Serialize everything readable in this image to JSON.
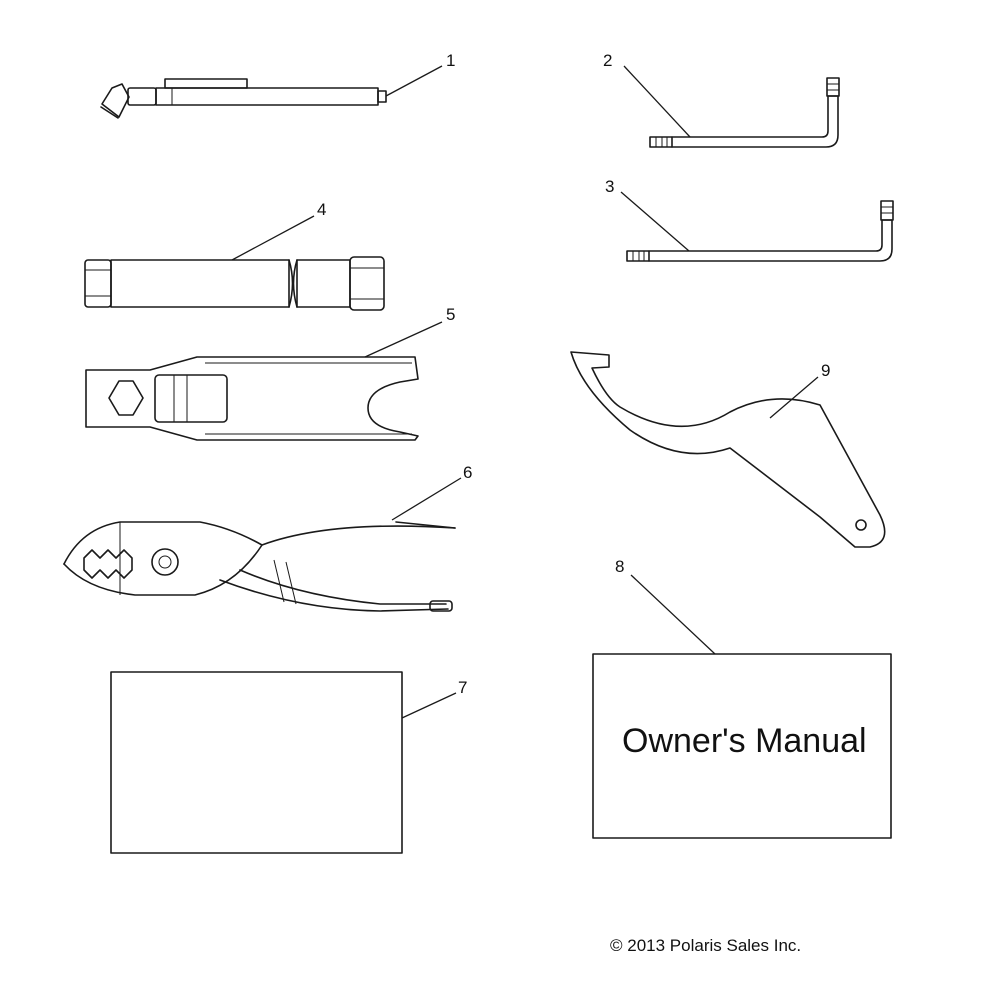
{
  "callouts": {
    "c1": "1",
    "c2": "2",
    "c3": "3",
    "c4": "4",
    "c5": "5",
    "c6": "6",
    "c7": "7",
    "c8": "8",
    "c9": "9"
  },
  "manual": {
    "title": "Owner's Manual"
  },
  "footer": {
    "copyright": "© 2013 Polaris Sales Inc."
  },
  "colors": {
    "line": "#1a1a1a",
    "background": "#ffffff"
  }
}
